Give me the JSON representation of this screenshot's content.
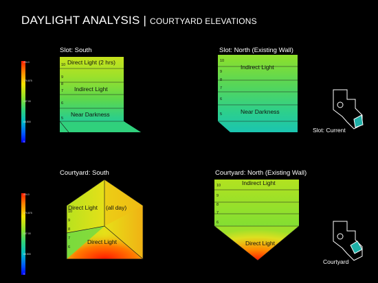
{
  "title": {
    "main": "DAYLIGHT ANALYSIS",
    "sep": "|",
    "sub": "COURTYARD ELEVATIONS"
  },
  "scale_ticks": [
    "204.0",
    "170.875",
    "137.00",
    "68.500",
    "0"
  ],
  "panels": {
    "slot_south": {
      "label": "Slot: South",
      "ann_top": "Direct Light (2 hrs)",
      "ann_mid": "Indirect Light",
      "ann_bot": "Near Darkness",
      "rows": [
        "10",
        "9",
        "8",
        "7",
        "6",
        "5"
      ]
    },
    "slot_north": {
      "label": "Slot: North (Existing Wall)",
      "ann_top": "Indirect Light",
      "ann_bot": "Near Darkness",
      "rows": [
        "10",
        "9",
        "8",
        "7",
        "6",
        "5"
      ]
    },
    "court_south": {
      "label": "Courtyard: South",
      "ann_left": "Direct Light",
      "ann_right": "(all day)",
      "ann_bot": "Direct Light",
      "rows": [
        "10",
        "9",
        "8",
        "7",
        "6"
      ]
    },
    "court_north": {
      "label": "Courtyard: North (Existing Wall)",
      "ann_top": "Indirect Light",
      "ann_bot": "Direct Light",
      "rows": [
        "10",
        "9",
        "8",
        "7",
        "6"
      ]
    }
  },
  "keys": {
    "slot": "Slot: Current",
    "courtyard": "Courtyard"
  }
}
